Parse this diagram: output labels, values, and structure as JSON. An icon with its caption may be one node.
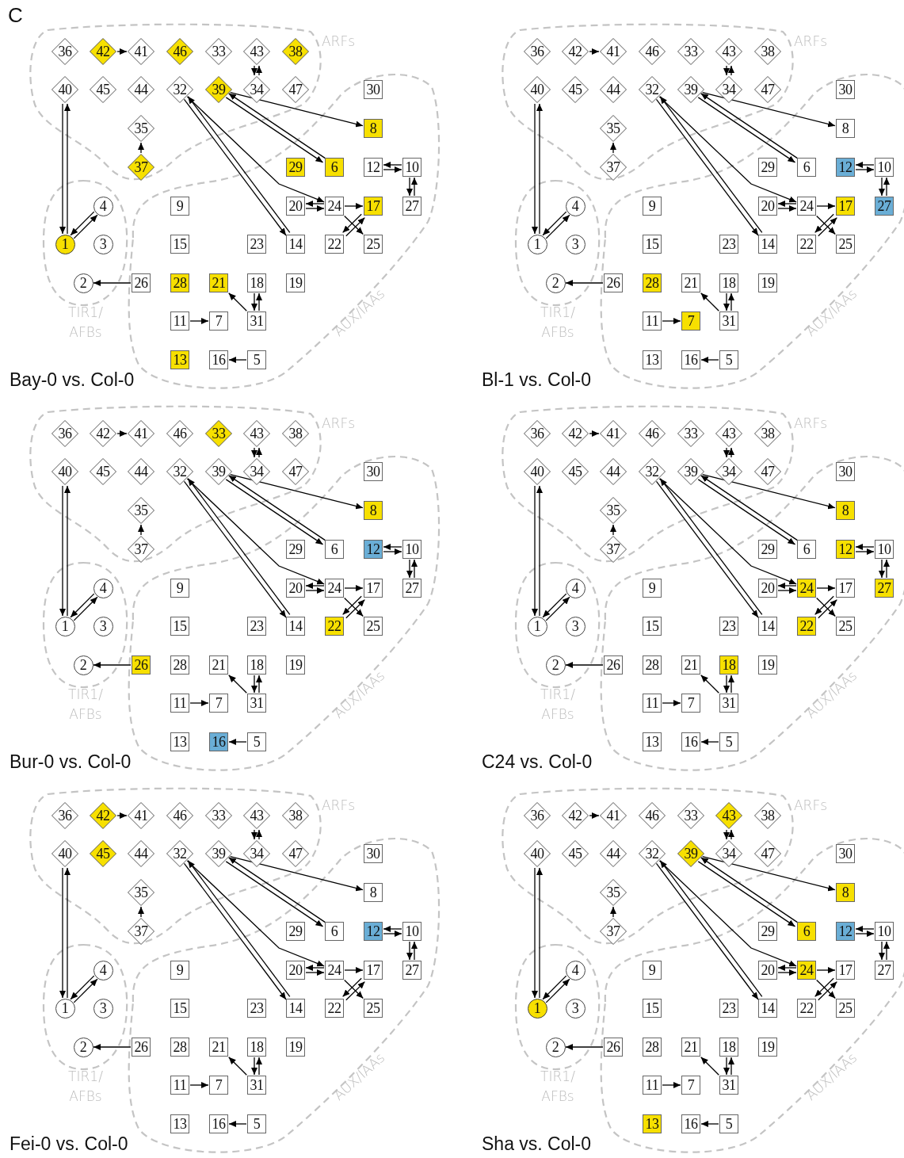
{
  "diagram": {
    "nodes": [
      {
        "text": [
          "ARFs"
        ]
      },
      {
        "text": [
          "36"
        ],
        "in": 0
      },
      {
        "text": [
          "42"
        ],
        "in": 0
      },
      {
        "text": [
          "41"
        ],
        "in": 0
      },
      {
        "text": [
          "46"
        ],
        "in": 0
      },
      {
        "text": [
          "33"
        ],
        "in": 0
      },
      {
        "text": [
          "43"
        ],
        "in": 0
      },
      {
        "text": [
          "38"
        ],
        "in": 0
      },
      {
        "text": [
          "40"
        ],
        "in": 0
      },
      {
        "text": [
          "45"
        ],
        "in": 0
      },
      {
        "text": [
          "44"
        ],
        "in": 0
      },
      {
        "text": [
          "32"
        ],
        "in": 0
      },
      {
        "text": [
          "39"
        ],
        "in": 0
      },
      {
        "text": [
          "34"
        ],
        "in": 0
      },
      {
        "text": [
          "47"
        ],
        "in": 0
      },
      {
        "text": [
          "35"
        ],
        "in": 0
      },
      {
        "text": [
          "37"
        ],
        "in": 0
      },
      {
        "text": [
          "TIR1/ AFBs"
        ]
      },
      {
        "text": [
          "4"
        ],
        "in": 17
      },
      {
        "text": [
          "1"
        ],
        "in": 17
      },
      {
        "text": [
          "3"
        ],
        "in": 17
      },
      {
        "text": [
          "2"
        ],
        "in": 17
      },
      {
        "text": [
          "AUX/IAAs"
        ]
      },
      {
        "text": [
          "30"
        ],
        "in": 22
      },
      {
        "text": [
          "8"
        ],
        "in": 22
      },
      {
        "text": [
          "29"
        ],
        "in": 22
      },
      {
        "text": [
          "6"
        ],
        "in": 22
      },
      {
        "text": [
          "12"
        ],
        "in": 22
      },
      {
        "text": [
          "10"
        ],
        "in": 22
      },
      {
        "text": [
          "9"
        ],
        "in": 22
      },
      {
        "text": [
          "20"
        ],
        "in": 22
      },
      {
        "text": [
          "24"
        ],
        "in": 22
      },
      {
        "text": [
          "17"
        ],
        "in": 22
      },
      {
        "text": [
          "27"
        ],
        "in": 22
      },
      {
        "text": [
          "15"
        ],
        "in": 22
      },
      {
        "text": [
          "23"
        ],
        "in": 22
      },
      {
        "text": [
          "14"
        ],
        "in": 22
      },
      {
        "text": [
          "22"
        ],
        "in": 22
      },
      {
        "text": [
          "25"
        ],
        "in": 22
      },
      {
        "text": [
          "26"
        ],
        "in": 22
      },
      {
        "text": [
          "28"
        ],
        "in": 22
      },
      {
        "text": [
          "21"
        ],
        "in": 22
      },
      {
        "text": [
          "18"
        ],
        "in": 22
      },
      {
        "text": [
          "19"
        ],
        "in": 22
      },
      {
        "text": [
          "11"
        ],
        "in": 22
      },
      {
        "text": [
          "7"
        ],
        "in": 22
      },
      {
        "text": [
          "31"
        ],
        "in": 22
      },
      {
        "text": [
          "13"
        ],
        "in": 22
      },
      {
        "text": [
          "16"
        ],
        "in": 22
      },
      {
        "text": [
          "5"
        ],
        "in": 22
      },
      {
        "text": [
          "ARFs"
        ]
      },
      {
        "text": [
          "36"
        ],
        "in": 50
      },
      {
        "text": [
          "42"
        ],
        "in": 50
      },
      {
        "text": [
          "41"
        ],
        "in": 50
      },
      {
        "text": [
          "46"
        ],
        "in": 50
      },
      {
        "text": [
          "33"
        ],
        "in": 50
      },
      {
        "text": [
          "43"
        ],
        "in": 50
      },
      {
        "text": [
          "38"
        ],
        "in": 50
      },
      {
        "text": [
          "40"
        ],
        "in": 50
      },
      {
        "text": [
          "45"
        ],
        "in": 50
      },
      {
        "text": [
          "44"
        ],
        "in": 50
      },
      {
        "text": [
          "32"
        ],
        "in": 50
      },
      {
        "text": [
          "39"
        ],
        "in": 50
      },
      {
        "text": [
          "34"
        ],
        "in": 50
      },
      {
        "text": [
          "47"
        ],
        "in": 50
      },
      {
        "text": [
          "35"
        ],
        "in": 50
      },
      {
        "text": [
          "37"
        ],
        "in": 50
      },
      {
        "text": [
          "TIR1/ AFBs"
        ]
      },
      {
        "text": [
          "4"
        ],
        "in": 67
      },
      {
        "text": [
          "1"
        ],
        "in": 67
      },
      {
        "text": [
          "3"
        ],
        "in": 67
      },
      {
        "text": [
          "2"
        ],
        "in": 67
      },
      {
        "text": [
          "AUX/IAAs"
        ]
      },
      {
        "text": [
          "30"
        ],
        "in": 72
      },
      {
        "text": [
          "8"
        ],
        "in": 72
      },
      {
        "text": [
          "29"
        ],
        "in": 72
      },
      {
        "text": [
          "6"
        ],
        "in": 72
      },
      {
        "text": [
          "12"
        ],
        "in": 72
      },
      {
        "text": [
          "10"
        ],
        "in": 72
      },
      {
        "text": [
          "9"
        ],
        "in": 72
      },
      {
        "text": [
          "20"
        ],
        "in": 72
      },
      {
        "text": [
          "24"
        ],
        "in": 72
      },
      {
        "text": [
          "17"
        ],
        "in": 72
      },
      {
        "text": [
          "27"
        ],
        "in": 72
      },
      {
        "text": [
          "15"
        ],
        "in": 72
      },
      {
        "text": [
          "23"
        ],
        "in": 72
      },
      {
        "text": [
          "14"
        ],
        "in": 72
      },
      {
        "text": [
          "22"
        ],
        "in": 72
      },
      {
        "text": [
          "25"
        ],
        "in": 72
      },
      {
        "text": [
          "26"
        ],
        "in": 72
      },
      {
        "text": [
          "28"
        ],
        "in": 72
      },
      {
        "text": [
          "21"
        ],
        "in": 72
      },
      {
        "text": [
          "18"
        ],
        "in": 72
      },
      {
        "text": [
          "19"
        ],
        "in": 72
      },
      {
        "text": [
          "11"
        ],
        "in": 72
      },
      {
        "text": [
          "7"
        ],
        "in": 72
      },
      {
        "text": [
          "31"
        ],
        "in": 72
      },
      {
        "text": [
          "13"
        ],
        "in": 72
      },
      {
        "text": [
          "16"
        ],
        "in": 72
      },
      {
        "text": [
          "5"
        ],
        "in": 72
      },
      {
        "text": [
          "ARFs"
        ]
      },
      {
        "text": [
          "36"
        ],
        "in": 100
      },
      {
        "text": [
          "42"
        ],
        "in": 100
      },
      {
        "text": [
          "41"
        ],
        "in": 100
      },
      {
        "text": [
          "46"
        ],
        "in": 100
      },
      {
        "text": [
          "33"
        ],
        "in": 100
      },
      {
        "text": [
          "43"
        ],
        "in": 100
      },
      {
        "text": [
          "38"
        ],
        "in": 100
      },
      {
        "text": [
          "40"
        ],
        "in": 100
      },
      {
        "text": [
          "45"
        ],
        "in": 100
      },
      {
        "text": [
          "44"
        ],
        "in": 100
      },
      {
        "text": [
          "32"
        ],
        "in": 100
      },
      {
        "text": [
          "39"
        ],
        "in": 100
      },
      {
        "text": [
          "34"
        ],
        "in": 100
      },
      {
        "text": [
          "47"
        ],
        "in": 100
      },
      {
        "text": [
          "35"
        ],
        "in": 100
      },
      {
        "text": [
          "37"
        ],
        "in": 100
      },
      {
        "text": [
          "TIR1/ AFBs"
        ]
      },
      {
        "text": [
          "4"
        ],
        "in": 117
      },
      {
        "text": [
          "1"
        ],
        "in": 117
      },
      {
        "text": [
          "3"
        ],
        "in": 117
      },
      {
        "text": [
          "2"
        ],
        "in": 117
      },
      {
        "text": [
          "AUX/IAAs"
        ]
      },
      {
        "text": [
          "30"
        ],
        "in": 122
      },
      {
        "text": [
          "8"
        ],
        "in": 122
      },
      {
        "text": [
          "29"
        ],
        "in": 122
      },
      {
        "text": [
          "6"
        ],
        "in": 122
      },
      {
        "text": [
          "12"
        ],
        "in": 122
      },
      {
        "text": [
          "10"
        ],
        "in": 122
      },
      {
        "text": [
          "9"
        ],
        "in": 122
      },
      {
        "text": [
          "20"
        ],
        "in": 122
      },
      {
        "text": [
          "24"
        ],
        "in": 122
      },
      {
        "text": [
          "17"
        ],
        "in": 122
      },
      {
        "text": [
          "27"
        ],
        "in": 122
      },
      {
        "text": [
          "15"
        ],
        "in": 122
      },
      {
        "text": [
          "23"
        ],
        "in": 122
      },
      {
        "text": [
          "14"
        ],
        "in": 122
      },
      {
        "text": [
          "22"
        ],
        "in": 122
      },
      {
        "text": [
          "25"
        ],
        "in": 122
      },
      {
        "text": [
          "26"
        ],
        "in": 122
      },
      {
        "text": [
          "28"
        ],
        "in": 122
      },
      {
        "text": [
          "21"
        ],
        "in": 122
      },
      {
        "text": [
          "18"
        ],
        "in": 122
      },
      {
        "text": [
          "19"
        ],
        "in": 122
      },
      {
        "text": [
          "11"
        ],
        "in": 122
      },
      {
        "text": [
          "7"
        ],
        "in": 122
      },
      {
        "text": [
          "31"
        ],
        "in": 122
      },
      {
        "text": [
          "13"
        ],
        "in": 122
      },
      {
        "text": [
          "16"
        ],
        "in": 122
      },
      {
        "text": [
          "5"
        ],
        "in": 122
      },
      {
        "text": [
          "ARFs"
        ]
      },
      {
        "text": [
          "36"
        ],
        "in": 150
      },
      {
        "text": [
          "42"
        ],
        "in": 150
      },
      {
        "text": [
          "41"
        ],
        "in": 150
      },
      {
        "text": [
          "46"
        ],
        "in": 150
      },
      {
        "text": [
          "33"
        ],
        "in": 150
      },
      {
        "text": [
          "43"
        ],
        "in": 150
      },
      {
        "text": [
          "38"
        ],
        "in": 150
      },
      {
        "text": [
          "40"
        ],
        "in": 150
      },
      {
        "text": [
          "45"
        ],
        "in": 150
      },
      {
        "text": [
          "44"
        ],
        "in": 150
      },
      {
        "text": [
          "32"
        ],
        "in": 150
      },
      {
        "text": [
          "39"
        ],
        "in": 150
      },
      {
        "text": [
          "34"
        ],
        "in": 150
      },
      {
        "text": [
          "47"
        ],
        "in": 150
      },
      {
        "text": [
          "35"
        ],
        "in": 150
      },
      {
        "text": [
          "37"
        ],
        "in": 150
      },
      {
        "text": [
          "TIR1/ AFBs"
        ]
      },
      {
        "text": [
          "4"
        ],
        "in": 167
      },
      {
        "text": [
          "1"
        ],
        "in": 167
      },
      {
        "text": [
          "3"
        ],
        "in": 167
      },
      {
        "text": [
          "2"
        ],
        "in": 167
      },
      {
        "text": [
          "AUX/IAAs"
        ]
      },
      {
        "text": [
          "30"
        ],
        "in": 172
      },
      {
        "text": [
          "8"
        ],
        "in": 172
      },
      {
        "text": [
          "29"
        ],
        "in": 172
      },
      {
        "text": [
          "6"
        ],
        "in": 172
      },
      {
        "text": [
          "12"
        ],
        "in": 172
      },
      {
        "text": [
          "10"
        ],
        "in": 172
      },
      {
        "text": [
          "9"
        ],
        "in": 172
      },
      {
        "text": [
          "20"
        ],
        "in": 172
      },
      {
        "text": [
          "24"
        ],
        "in": 172
      },
      {
        "text": [
          "17"
        ],
        "in": 172
      },
      {
        "text": [
          "27"
        ],
        "in": 172
      },
      {
        "text": [
          "15"
        ],
        "in": 172
      },
      {
        "text": [
          "23"
        ],
        "in": 172
      },
      {
        "text": [
          "14"
        ],
        "in": 172
      },
      {
        "text": [
          "22"
        ],
        "in": 172
      },
      {
        "text": [
          "25"
        ],
        "in": 172
      },
      {
        "text": [
          "26"
        ],
        "in": 172
      },
      {
        "text": [
          "28"
        ],
        "in": 172
      },
      {
        "text": [
          "21"
        ],
        "in": 172
      },
      {
        "text": [
          "18"
        ],
        "in": 172
      },
      {
        "text": [
          "19"
        ],
        "in": 172
      },
      {
        "text": [
          "11"
        ],
        "in": 172
      },
      {
        "text": [
          "7"
        ],
        "in": 172
      },
      {
        "text": [
          "31"
        ],
        "in": 172
      },
      {
        "text": [
          "13"
        ],
        "in": 172
      },
      {
        "text": [
          "16"
        ],
        "in": 172
      },
      {
        "text": [
          "5"
        ],
        "in": 172
      },
      {
        "text": [
          "ARFs"
        ]
      },
      {
        "text": [
          "36"
        ],
        "in": 200
      },
      {
        "text": [
          "42"
        ],
        "in": 200
      },
      {
        "text": [
          "41"
        ],
        "in": 200
      },
      {
        "text": [
          "46"
        ],
        "in": 200
      },
      {
        "text": [
          "33"
        ],
        "in": 200
      },
      {
        "text": [
          "43"
        ],
        "in": 200
      },
      {
        "text": [
          "38"
        ],
        "in": 200
      },
      {
        "text": [
          "40"
        ],
        "in": 200
      },
      {
        "text": [
          "45"
        ],
        "in": 200
      },
      {
        "text": [
          "44"
        ],
        "in": 200
      },
      {
        "text": [
          "32"
        ],
        "in": 200
      },
      {
        "text": [
          "39"
        ],
        "in": 200
      },
      {
        "text": [
          "34"
        ],
        "in": 200
      },
      {
        "text": [
          "47"
        ],
        "in": 200
      },
      {
        "text": [
          "35"
        ],
        "in": 200
      },
      {
        "text": [
          "37"
        ],
        "in": 200
      },
      {
        "text": [
          "TIR1/ AFBs"
        ]
      },
      {
        "text": [
          "4"
        ],
        "in": 217
      },
      {
        "text": [
          "1"
        ],
        "in": 217
      },
      {
        "text": [
          "3"
        ],
        "in": 217
      },
      {
        "text": [
          "2"
        ],
        "in": 217
      },
      {
        "text": [
          "AUX/IAAs"
        ]
      },
      {
        "text": [
          "30"
        ],
        "in": 222
      },
      {
        "text": [
          "8"
        ],
        "in": 222
      },
      {
        "text": [
          "29"
        ],
        "in": 222
      },
      {
        "text": [
          "6"
        ],
        "in": 222
      },
      {
        "text": [
          "12"
        ],
        "in": 222
      },
      {
        "text": [
          "10"
        ],
        "in": 222
      },
      {
        "text": [
          "9"
        ],
        "in": 222
      },
      {
        "text": [
          "20"
        ],
        "in": 222
      },
      {
        "text": [
          "24"
        ],
        "in": 222
      },
      {
        "text": [
          "17"
        ],
        "in": 222
      },
      {
        "text": [
          "27"
        ],
        "in": 222
      },
      {
        "text": [
          "15"
        ],
        "in": 222
      },
      {
        "text": [
          "23"
        ],
        "in": 222
      },
      {
        "text": [
          "14"
        ],
        "in": 222
      },
      {
        "text": [
          "22"
        ],
        "in": 222
      },
      {
        "text": [
          "25"
        ],
        "in": 222
      },
      {
        "text": [
          "26"
        ],
        "in": 222
      },
      {
        "text": [
          "28"
        ],
        "in": 222
      },
      {
        "text": [
          "21"
        ],
        "in": 222
      },
      {
        "text": [
          "18"
        ],
        "in": 222
      },
      {
        "text": [
          "19"
        ],
        "in": 222
      },
      {
        "text": [
          "11"
        ],
        "in": 222
      },
      {
        "text": [
          "7"
        ],
        "in": 222
      },
      {
        "text": [
          "31"
        ],
        "in": 222
      },
      {
        "text": [
          "13"
        ],
        "in": 222
      },
      {
        "text": [
          "16"
        ],
        "in": 222
      },
      {
        "text": [
          "5"
        ],
        "in": 222
      },
      {
        "text": [
          "ARFs"
        ]
      },
      {
        "text": [
          "36"
        ],
        "in": 250
      },
      {
        "text": [
          "42"
        ],
        "in": 250
      },
      {
        "text": [
          "41"
        ],
        "in": 250
      },
      {
        "text": [
          "46"
        ],
        "in": 250
      },
      {
        "text": [
          "33"
        ],
        "in": 250
      },
      {
        "text": [
          "43"
        ],
        "in": 250
      },
      {
        "text": [
          "38"
        ],
        "in": 250
      },
      {
        "text": [
          "40"
        ],
        "in": 250
      },
      {
        "text": [
          "45"
        ],
        "in": 250
      },
      {
        "text": [
          "44"
        ],
        "in": 250
      },
      {
        "text": [
          "32"
        ],
        "in": 250
      },
      {
        "text": [
          "39"
        ],
        "in": 250
      },
      {
        "text": [
          "34"
        ],
        "in": 250
      },
      {
        "text": [
          "47"
        ],
        "in": 250
      },
      {
        "text": [
          "35"
        ],
        "in": 250
      },
      {
        "text": [
          "37"
        ],
        "in": 250
      },
      {
        "text": [
          "TIR1/ AFBs"
        ]
      },
      {
        "text": [
          "4"
        ],
        "in": 267
      },
      {
        "text": [
          "1"
        ],
        "in": 267
      },
      {
        "text": [
          "3"
        ],
        "in": 267
      },
      {
        "text": [
          "2"
        ],
        "in": 267
      },
      {
        "text": [
          "AUX/IAAs"
        ]
      },
      {
        "text": [
          "30"
        ],
        "in": 272
      },
      {
        "text": [
          "8"
        ],
        "in": 272
      },
      {
        "text": [
          "29"
        ],
        "in": 272
      },
      {
        "text": [
          "6"
        ],
        "in": 272
      },
      {
        "text": [
          "12"
        ],
        "in": 272
      },
      {
        "text": [
          "10"
        ],
        "in": 272
      },
      {
        "text": [
          "9"
        ],
        "in": 272
      },
      {
        "text": [
          "20"
        ],
        "in": 272
      },
      {
        "text": [
          "24"
        ],
        "in": 272
      },
      {
        "text": [
          "17"
        ],
        "in": 272
      },
      {
        "text": [
          "27"
        ],
        "in": 272
      },
      {
        "text": [
          "15"
        ],
        "in": 272
      },
      {
        "text": [
          "23"
        ],
        "in": 272
      },
      {
        "text": [
          "14"
        ],
        "in": 272
      },
      {
        "text": [
          "22"
        ],
        "in": 272
      },
      {
        "text": [
          "25"
        ],
        "in": 272
      },
      {
        "text": [
          "26"
        ],
        "in": 272
      },
      {
        "text": [
          "28"
        ],
        "in": 272
      },
      {
        "text": [
          "21"
        ],
        "in": 272
      },
      {
        "text": [
          "18"
        ],
        "in": 272
      },
      {
        "text": [
          "19"
        ],
        "in": 272
      },
      {
        "text": [
          "11"
        ],
        "in": 272
      },
      {
        "text": [
          "7"
        ],
        "in": 272
      },
      {
        "text": [
          "31"
        ],
        "in": 272
      },
      {
        "text": [
          "13"
        ],
        "in": 272
      },
      {
        "text": [
          "16"
        ],
        "in": 272
      },
      {
        "text": [
          "5"
        ],
        "in": 272
      }
    ],
    "edges": [
      {
        "from": 2,
        "to": 3,
        "arrow": "to"
      },
      {
        "from": 13,
        "to": 6,
        "arrow": "to"
      },
      {
        "from": 6,
        "to": 13,
        "arrow": "to"
      },
      {
        "from": 19,
        "to": 8,
        "arrow": "to"
      },
      {
        "from": 8,
        "to": 19,
        "arrow": "to"
      },
      {
        "from": 19,
        "to": 18,
        "arrow": "to"
      },
      {
        "from": 18,
        "to": 19,
        "arrow": "to"
      },
      {
        "from": 16,
        "to": 15,
        "arrow": "to"
      },
      {
        "from": 12,
        "to": 24,
        "arrow": "to"
      },
      {
        "from": 12,
        "to": 26,
        "arrow": "to"
      },
      {
        "from": 26,
        "to": 12,
        "arrow": "to"
      },
      {
        "from": 11,
        "to": 31,
        "arrow": "to"
      },
      {
        "from": 36,
        "to": 11,
        "arrow": "to"
      },
      {
        "from": 11,
        "to": 36,
        "arrow": "to"
      },
      {
        "from": 30,
        "to": 31,
        "arrow": "to"
      },
      {
        "from": 31,
        "to": 30,
        "arrow": "to"
      },
      {
        "from": 31,
        "to": 32,
        "arrow": "to"
      },
      {
        "from": 31,
        "to": 38,
        "arrow": "to"
      },
      {
        "from": 37,
        "to": 32,
        "arrow": "to"
      },
      {
        "from": 32,
        "to": 37,
        "arrow": "to"
      },
      {
        "from": 27,
        "to": 28,
        "arrow": "to"
      },
      {
        "from": 28,
        "to": 27,
        "arrow": "to"
      },
      {
        "from": 33,
        "to": 28,
        "arrow": "to"
      },
      {
        "from": 28,
        "to": 33,
        "arrow": "to"
      },
      {
        "from": 39,
        "to": 21,
        "arrow": "to"
      },
      {
        "from": 46,
        "to": 41,
        "arrow": "to"
      },
      {
        "from": 46,
        "to": 42,
        "arrow": "to"
      },
      {
        "from": 42,
        "to": 46,
        "arrow": "to"
      },
      {
        "from": 44,
        "to": 45,
        "arrow": "to"
      },
      {
        "from": 49,
        "to": 48,
        "arrow": "to"
      },
      {
        "from": 52,
        "to": 53,
        "arrow": "to"
      },
      {
        "from": 63,
        "to": 56,
        "arrow": "to"
      },
      {
        "from": 56,
        "to": 63,
        "arrow": "to"
      },
      {
        "from": 69,
        "to": 58,
        "arrow": "to"
      },
      {
        "from": 58,
        "to": 69,
        "arrow": "to"
      },
      {
        "from": 69,
        "to": 68,
        "arrow": "to"
      },
      {
        "from": 68,
        "to": 69,
        "arrow": "to"
      },
      {
        "from": 66,
        "to": 65,
        "arrow": "to"
      },
      {
        "from": 62,
        "to": 74,
        "arrow": "to"
      },
      {
        "from": 62,
        "to": 76,
        "arrow": "to"
      },
      {
        "from": 76,
        "to": 62,
        "arrow": "to"
      },
      {
        "from": 61,
        "to": 81,
        "arrow": "to"
      },
      {
        "from": 86,
        "to": 61,
        "arrow": "to"
      },
      {
        "from": 61,
        "to": 86,
        "arrow": "to"
      },
      {
        "from": 80,
        "to": 81,
        "arrow": "to"
      },
      {
        "from": 81,
        "to": 80,
        "arrow": "to"
      },
      {
        "from": 81,
        "to": 82,
        "arrow": "to"
      },
      {
        "from": 81,
        "to": 88,
        "arrow": "to"
      },
      {
        "from": 87,
        "to": 82,
        "arrow": "to"
      },
      {
        "from": 82,
        "to": 87,
        "arrow": "to"
      },
      {
        "from": 77,
        "to": 78,
        "arrow": "to"
      },
      {
        "from": 78,
        "to": 77,
        "arrow": "to"
      },
      {
        "from": 83,
        "to": 78,
        "arrow": "to"
      },
      {
        "from": 78,
        "to": 83,
        "arrow": "to"
      },
      {
        "from": 89,
        "to": 71,
        "arrow": "to"
      },
      {
        "from": 96,
        "to": 91,
        "arrow": "to"
      },
      {
        "from": 96,
        "to": 92,
        "arrow": "to"
      },
      {
        "from": 92,
        "to": 96,
        "arrow": "to"
      },
      {
        "from": 94,
        "to": 95,
        "arrow": "to"
      },
      {
        "from": 99,
        "to": 98,
        "arrow": "to"
      },
      {
        "from": 102,
        "to": 103,
        "arrow": "to"
      },
      {
        "from": 113,
        "to": 106,
        "arrow": "to"
      },
      {
        "from": 106,
        "to": 113,
        "arrow": "to"
      },
      {
        "from": 119,
        "to": 108,
        "arrow": "to"
      },
      {
        "from": 108,
        "to": 119,
        "arrow": "to"
      },
      {
        "from": 119,
        "to": 118,
        "arrow": "to"
      },
      {
        "from": 118,
        "to": 119,
        "arrow": "to"
      },
      {
        "from": 116,
        "to": 115,
        "arrow": "to"
      },
      {
        "from": 112,
        "to": 124,
        "arrow": "to"
      },
      {
        "from": 112,
        "to": 126,
        "arrow": "to"
      },
      {
        "from": 126,
        "to": 112,
        "arrow": "to"
      },
      {
        "from": 111,
        "to": 131,
        "arrow": "to"
      },
      {
        "from": 136,
        "to": 111,
        "arrow": "to"
      },
      {
        "from": 111,
        "to": 136,
        "arrow": "to"
      },
      {
        "from": 130,
        "to": 131,
        "arrow": "to"
      },
      {
        "from": 131,
        "to": 130,
        "arrow": "to"
      },
      {
        "from": 131,
        "to": 132,
        "arrow": "to"
      },
      {
        "from": 131,
        "to": 138,
        "arrow": "to"
      },
      {
        "from": 137,
        "to": 132,
        "arrow": "to"
      },
      {
        "from": 132,
        "to": 137,
        "arrow": "to"
      },
      {
        "from": 127,
        "to": 128,
        "arrow": "to"
      },
      {
        "from": 128,
        "to": 127,
        "arrow": "to"
      },
      {
        "from": 133,
        "to": 128,
        "arrow": "to"
      },
      {
        "from": 128,
        "to": 133,
        "arrow": "to"
      },
      {
        "from": 139,
        "to": 121,
        "arrow": "to"
      },
      {
        "from": 146,
        "to": 141,
        "arrow": "to"
      },
      {
        "from": 146,
        "to": 142,
        "arrow": "to"
      },
      {
        "from": 142,
        "to": 146,
        "arrow": "to"
      },
      {
        "from": 144,
        "to": 145,
        "arrow": "to"
      },
      {
        "from": 149,
        "to": 148,
        "arrow": "to"
      },
      {
        "from": 152,
        "to": 153,
        "arrow": "to"
      },
      {
        "from": 163,
        "to": 156,
        "arrow": "to"
      },
      {
        "from": 156,
        "to": 163,
        "arrow": "to"
      },
      {
        "from": 169,
        "to": 158,
        "arrow": "to"
      },
      {
        "from": 158,
        "to": 169,
        "arrow": "to"
      },
      {
        "from": 169,
        "to": 168,
        "arrow": "to"
      },
      {
        "from": 168,
        "to": 169,
        "arrow": "to"
      },
      {
        "from": 166,
        "to": 165,
        "arrow": "to"
      },
      {
        "from": 162,
        "to": 174,
        "arrow": "to"
      },
      {
        "from": 162,
        "to": 176,
        "arrow": "to"
      },
      {
        "from": 176,
        "to": 162,
        "arrow": "to"
      },
      {
        "from": 161,
        "to": 181,
        "arrow": "to"
      },
      {
        "from": 186,
        "to": 161,
        "arrow": "to"
      },
      {
        "from": 161,
        "to": 186,
        "arrow": "to"
      },
      {
        "from": 180,
        "to": 181,
        "arrow": "to"
      },
      {
        "from": 181,
        "to": 180,
        "arrow": "to"
      },
      {
        "from": 181,
        "to": 182,
        "arrow": "to"
      },
      {
        "from": 181,
        "to": 188,
        "arrow": "to"
      },
      {
        "from": 187,
        "to": 182,
        "arrow": "to"
      },
      {
        "from": 182,
        "to": 187,
        "arrow": "to"
      },
      {
        "from": 177,
        "to": 178,
        "arrow": "to"
      },
      {
        "from": 178,
        "to": 177,
        "arrow": "to"
      },
      {
        "from": 183,
        "to": 178,
        "arrow": "to"
      },
      {
        "from": 178,
        "to": 183,
        "arrow": "to"
      },
      {
        "from": 189,
        "to": 171,
        "arrow": "to"
      },
      {
        "from": 196,
        "to": 191,
        "arrow": "to"
      },
      {
        "from": 196,
        "to": 192,
        "arrow": "to"
      },
      {
        "from": 192,
        "to": 196,
        "arrow": "to"
      },
      {
        "from": 194,
        "to": 195,
        "arrow": "to"
      },
      {
        "from": 199,
        "to": 198,
        "arrow": "to"
      },
      {
        "from": 202,
        "to": 203,
        "arrow": "to"
      },
      {
        "from": 213,
        "to": 206,
        "arrow": "to"
      },
      {
        "from": 206,
        "to": 213,
        "arrow": "to"
      },
      {
        "from": 219,
        "to": 208,
        "arrow": "to"
      },
      {
        "from": 208,
        "to": 219,
        "arrow": "to"
      },
      {
        "from": 219,
        "to": 218,
        "arrow": "to"
      },
      {
        "from": 218,
        "to": 219,
        "arrow": "to"
      },
      {
        "from": 216,
        "to": 215,
        "arrow": "to"
      },
      {
        "from": 212,
        "to": 224,
        "arrow": "to"
      },
      {
        "from": 212,
        "to": 226,
        "arrow": "to"
      },
      {
        "from": 226,
        "to": 212,
        "arrow": "to"
      },
      {
        "from": 211,
        "to": 231,
        "arrow": "to"
      },
      {
        "from": 236,
        "to": 211,
        "arrow": "to"
      },
      {
        "from": 211,
        "to": 236,
        "arrow": "to"
      },
      {
        "from": 230,
        "to": 231,
        "arrow": "to"
      },
      {
        "from": 231,
        "to": 230,
        "arrow": "to"
      },
      {
        "from": 231,
        "to": 232,
        "arrow": "to"
      },
      {
        "from": 231,
        "to": 238,
        "arrow": "to"
      },
      {
        "from": 237,
        "to": 232,
        "arrow": "to"
      },
      {
        "from": 232,
        "to": 237,
        "arrow": "to"
      },
      {
        "from": 227,
        "to": 228,
        "arrow": "to"
      },
      {
        "from": 228,
        "to": 227,
        "arrow": "to"
      },
      {
        "from": 233,
        "to": 228,
        "arrow": "to"
      },
      {
        "from": 228,
        "to": 233,
        "arrow": "to"
      },
      {
        "from": 239,
        "to": 221,
        "arrow": "to"
      },
      {
        "from": 246,
        "to": 241,
        "arrow": "to"
      },
      {
        "from": 246,
        "to": 242,
        "arrow": "to"
      },
      {
        "from": 242,
        "to": 246,
        "arrow": "to"
      },
      {
        "from": 244,
        "to": 245,
        "arrow": "to"
      },
      {
        "from": 249,
        "to": 248,
        "arrow": "to"
      },
      {
        "from": 252,
        "to": 253,
        "arrow": "to"
      },
      {
        "from": 263,
        "to": 256,
        "arrow": "to"
      },
      {
        "from": 256,
        "to": 263,
        "arrow": "to"
      },
      {
        "from": 269,
        "to": 258,
        "arrow": "to"
      },
      {
        "from": 258,
        "to": 269,
        "arrow": "to"
      },
      {
        "from": 269,
        "to": 268,
        "arrow": "to"
      },
      {
        "from": 268,
        "to": 269,
        "arrow": "to"
      },
      {
        "from": 266,
        "to": 265,
        "arrow": "to"
      },
      {
        "from": 262,
        "to": 274,
        "arrow": "to"
      },
      {
        "from": 262,
        "to": 276,
        "arrow": "to"
      },
      {
        "from": 276,
        "to": 262,
        "arrow": "to"
      },
      {
        "from": 261,
        "to": 281,
        "arrow": "to"
      },
      {
        "from": 286,
        "to": 261,
        "arrow": "to"
      },
      {
        "from": 261,
        "to": 286,
        "arrow": "to"
      },
      {
        "from": 280,
        "to": 281,
        "arrow": "to"
      },
      {
        "from": 281,
        "to": 280,
        "arrow": "to"
      },
      {
        "from": 281,
        "to": 282,
        "arrow": "to"
      },
      {
        "from": 281,
        "to": 288,
        "arrow": "to"
      },
      {
        "from": 287,
        "to": 282,
        "arrow": "to"
      },
      {
        "from": 282,
        "to": 287,
        "arrow": "to"
      },
      {
        "from": 277,
        "to": 278,
        "arrow": "to"
      },
      {
        "from": 278,
        "to": 277,
        "arrow": "to"
      },
      {
        "from": 283,
        "to": 278,
        "arrow": "to"
      },
      {
        "from": 278,
        "to": 283,
        "arrow": "to"
      },
      {
        "from": 289,
        "to": 271,
        "arrow": "to"
      },
      {
        "from": 296,
        "to": 291,
        "arrow": "to"
      },
      {
        "from": 296,
        "to": 292,
        "arrow": "to"
      },
      {
        "from": 292,
        "to": 296,
        "arrow": "to"
      },
      {
        "from": 294,
        "to": 295,
        "arrow": "to"
      },
      {
        "from": 299,
        "to": 298,
        "arrow": "to"
      }
    ],
    "labels": [
      "C",
      "Bay-0 vs. Col-0",
      "Bl-1 vs. Col-0",
      "Bur-0 vs. Col-0",
      "C24 vs. Col-0",
      "Fei-0 vs. Col-0",
      "Sha vs. Col-0"
    ]
  }
}
